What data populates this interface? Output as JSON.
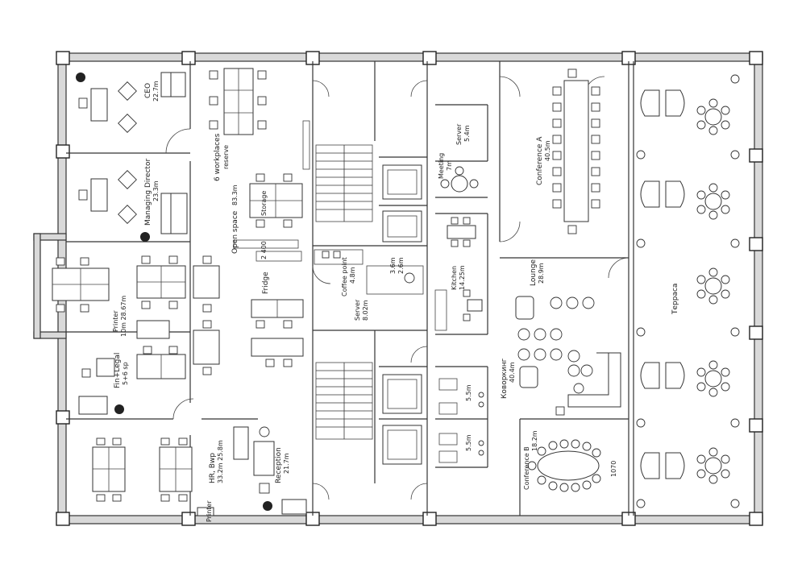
{
  "rooms": {
    "ceo": {
      "name": "CEO",
      "area": "22.7m"
    },
    "managing_director": {
      "name": "Managing Director",
      "area": "23.3m"
    },
    "open_space": {
      "name": "Open space",
      "area": "83.3m"
    },
    "workplaces": {
      "name": "6 workplaces",
      "note": "reserve"
    },
    "printer_top": {
      "name": "Printer",
      "area": "10m 28.67m"
    },
    "legal": {
      "name": "Fin+Legal",
      "area": "5+6 sp"
    },
    "hr": {
      "name": "HR, Bwp",
      "area": "33.2m 25.8m"
    },
    "printer_bottom": {
      "name": "Printer"
    },
    "reception": {
      "name": "Reception",
      "area": "21.7m"
    },
    "coffee_point": {
      "name": "Coffee point",
      "area": "4.8m"
    },
    "server_mid": {
      "name": "Server",
      "area": "8.02m"
    },
    "server_top": {
      "name": "Server",
      "area": "5.4m"
    },
    "meeting": {
      "name": "Meeting",
      "area": "7m"
    },
    "kitchen": {
      "name": "Kitchen",
      "area": "14.25m"
    },
    "conference_a": {
      "name": "Conference A",
      "area": "40.5m"
    },
    "lounge": {
      "name": "Lounge",
      "area": "28.9m"
    },
    "coworking": {
      "name": "Коворкинг",
      "area": "40.4m"
    },
    "conference_b": {
      "name": "Conference B",
      "area": "18.2m"
    },
    "terrace": {
      "name": "Терраса"
    },
    "wc_top": {
      "name": "5.5m"
    },
    "wc_bottom": {
      "name": "5.5m"
    },
    "small_36": {
      "name": "3.6m"
    },
    "small_26": {
      "name": "2.6m"
    }
  },
  "labels": {
    "dimension": "2 400",
    "fridge": "Fridge",
    "storage": "Storage",
    "dim_1070": "1070"
  }
}
